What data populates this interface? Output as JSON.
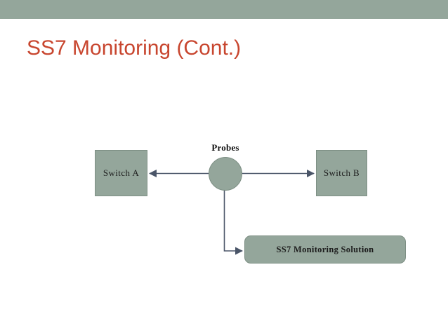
{
  "slide": {
    "title": "SS7 Monitoring (Cont.)",
    "background_color": "#ffffff",
    "band_color": "#94a69b",
    "title_color": "#c8462f"
  },
  "diagram": {
    "shape_fill": "#94a69b",
    "shape_stroke": "#7d8f84",
    "connector_color": "#4a5568",
    "nodes": [
      {
        "id": "switch-a",
        "label": "Switch A",
        "shape": "rectangle"
      },
      {
        "id": "switch-b",
        "label": "Switch B",
        "shape": "rectangle"
      },
      {
        "id": "probes",
        "label": "Probes",
        "shape": "circle"
      },
      {
        "id": "solution",
        "label": "SS7 Monitoring Solution",
        "shape": "rounded-rectangle"
      }
    ],
    "connectors": [
      {
        "id": "probes-to-switch-a",
        "from": "probes",
        "to": "switch-a",
        "arrow": "end"
      },
      {
        "id": "probes-to-switch-b",
        "from": "probes",
        "to": "switch-b",
        "arrow": "end"
      },
      {
        "id": "probes-to-solution",
        "from": "probes",
        "to": "solution",
        "arrow": "end"
      }
    ]
  }
}
